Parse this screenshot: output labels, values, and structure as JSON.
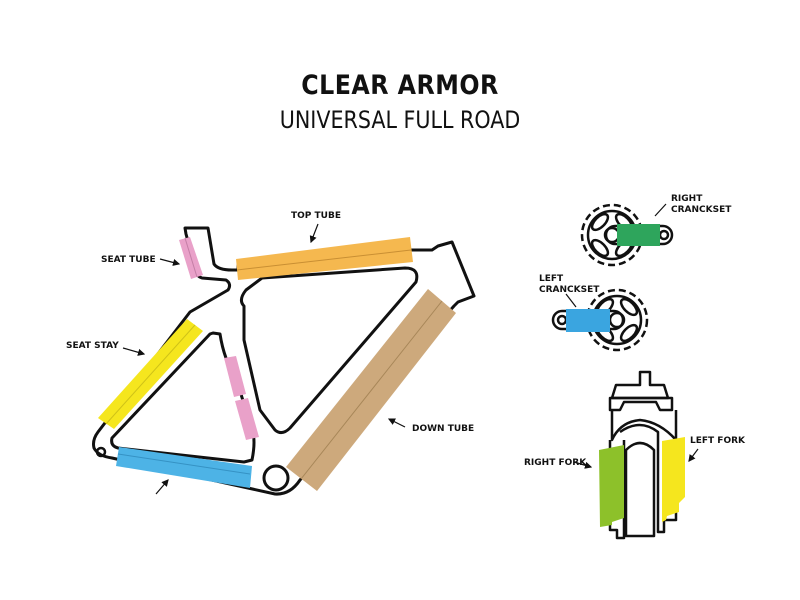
{
  "header": {
    "title": "CLEAR ARMOR",
    "subtitle": "UNIVERSAL FULL ROAD"
  },
  "frame": {
    "labels": {
      "top_tube": "TOP TUBE",
      "seat_tube": "SEAT TUBE",
      "seat_stay": "SEAT STAY",
      "down_tube": "DOWN TUBE"
    }
  },
  "cranks": {
    "right_line1": "RIGHT",
    "right_line2": "CRANCKSET",
    "left_line1": "LEFT",
    "left_line2": "CRANCKSET"
  },
  "fork": {
    "right": "RIGHT FORK",
    "left": "LEFT FORK"
  },
  "colors": {
    "top_tube": "#f5b84f",
    "seat_tube": "#e9a1c9",
    "seat_stay": "#f5e61e",
    "down_tube": "#cda97c",
    "chain_stay": "#4db3e6",
    "right_crank": "#2ea55c",
    "left_crank": "#3aa5e0",
    "right_fork": "#8dc12a",
    "left_fork": "#f5e61e",
    "outline": "#111111"
  }
}
